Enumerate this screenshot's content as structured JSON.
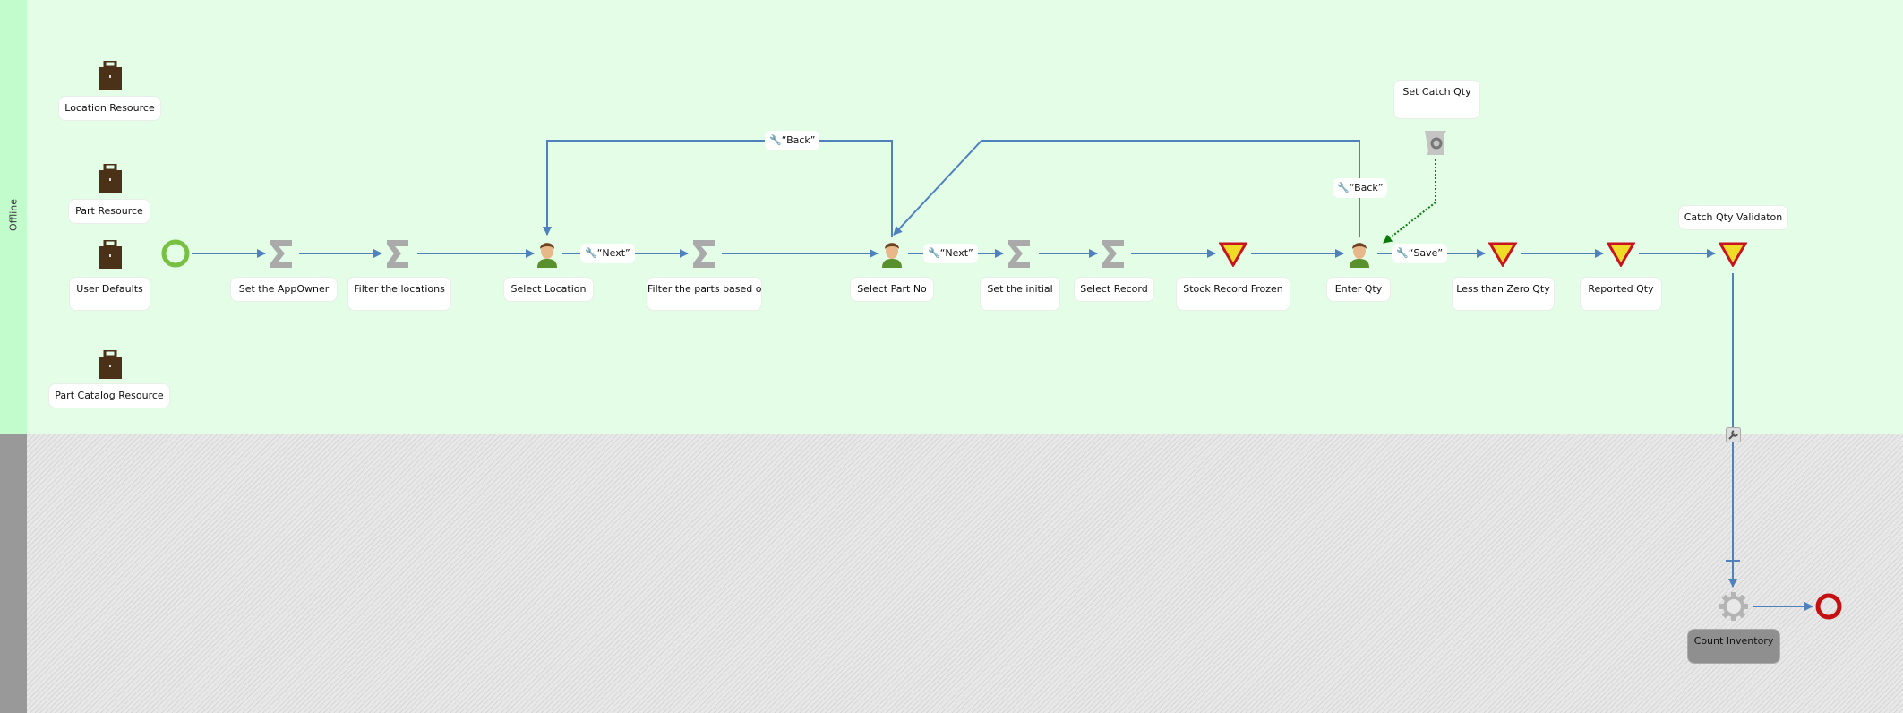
{
  "lanes": [
    {
      "title": "Offline"
    },
    {
      "title": ""
    }
  ],
  "resources": [
    "Location Resource",
    "Part Resource",
    "User Defaults",
    "Part Catalog Resource"
  ],
  "steps": {
    "set_app_owner": "Set the AppOwner",
    "filter_locations": "Filter the locations",
    "select_location": "Select Location",
    "filter_parts": "Filter the parts based on",
    "select_part_no": "Select Part No",
    "set_initial": "Set the initial",
    "select_record": "Select Record",
    "stock_record_frozen": "Stock Record Frozen",
    "enter_qty": "Enter Qty",
    "set_catch_qty": "Set Catch Qty",
    "less_than_zero": "Less than Zero Qty",
    "reported_qty": "Reported Qty",
    "catch_qty_validation": "Catch Qty Validaton",
    "count_inventory": "Count Inventory"
  },
  "edge_labels": {
    "next1": "“Next”",
    "back1": "“Back”",
    "next2": "“Next”",
    "back2": "“Back”",
    "save": "“Save”"
  },
  "colors": {
    "flow": "#4f81bd",
    "start": "#77c043",
    "end": "#c41010",
    "lane": "#e3fde6"
  }
}
